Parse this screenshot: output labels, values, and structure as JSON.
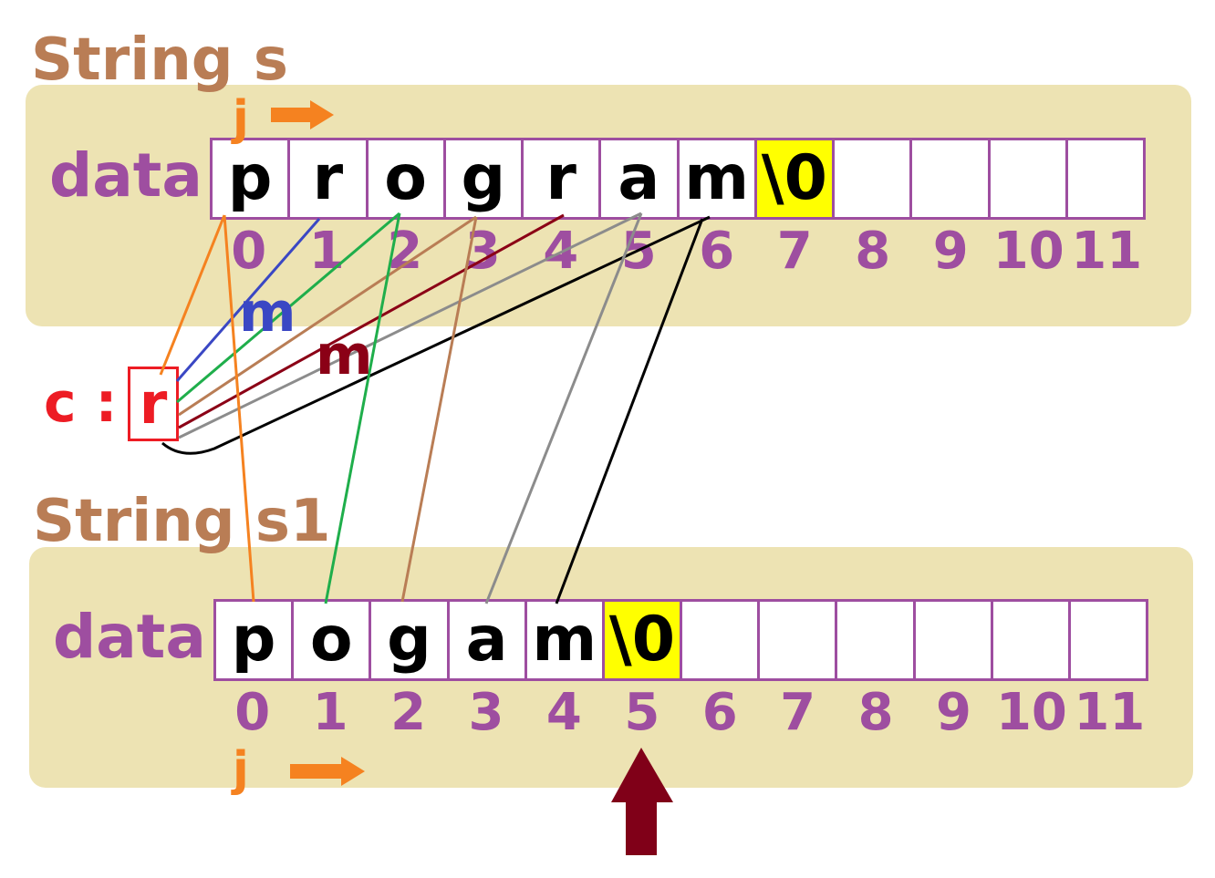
{
  "string_s": {
    "title": "String s",
    "data_label": "data",
    "cells": [
      "p",
      "r",
      "o",
      "g",
      "r",
      "a",
      "m",
      "\\0",
      "",
      "",
      "",
      ""
    ],
    "indices": [
      "0",
      "1",
      "2",
      "3",
      "4",
      "5",
      "6",
      "7",
      "8",
      "9",
      "10",
      "11"
    ],
    "j_label": "j"
  },
  "string_s1": {
    "title": "String s1",
    "data_label": "data",
    "cells": [
      "p",
      "o",
      "g",
      "a",
      "m",
      "\\0",
      "",
      "",
      "",
      "",
      "",
      ""
    ],
    "indices": [
      "0",
      "1",
      "2",
      "3",
      "4",
      "5",
      "6",
      "7",
      "8",
      "9",
      "10",
      "11"
    ],
    "j_label": "j"
  },
  "char_var": {
    "label": "c :",
    "value": "r"
  },
  "match_labels": [
    "m",
    "m"
  ],
  "colors": {
    "panel": "#ede3b3",
    "title": "#b97d55",
    "purple": "#9e4ea0",
    "orange": "#f58220",
    "red": "#ed1c24",
    "highlight": "#ffff00",
    "dark_red_arrow": "#800018",
    "lines": [
      "#f58220",
      "#3a47c4",
      "#1fae4b",
      "#b97d55",
      "#8b0016",
      "#8c8c8c",
      "#000000"
    ]
  }
}
